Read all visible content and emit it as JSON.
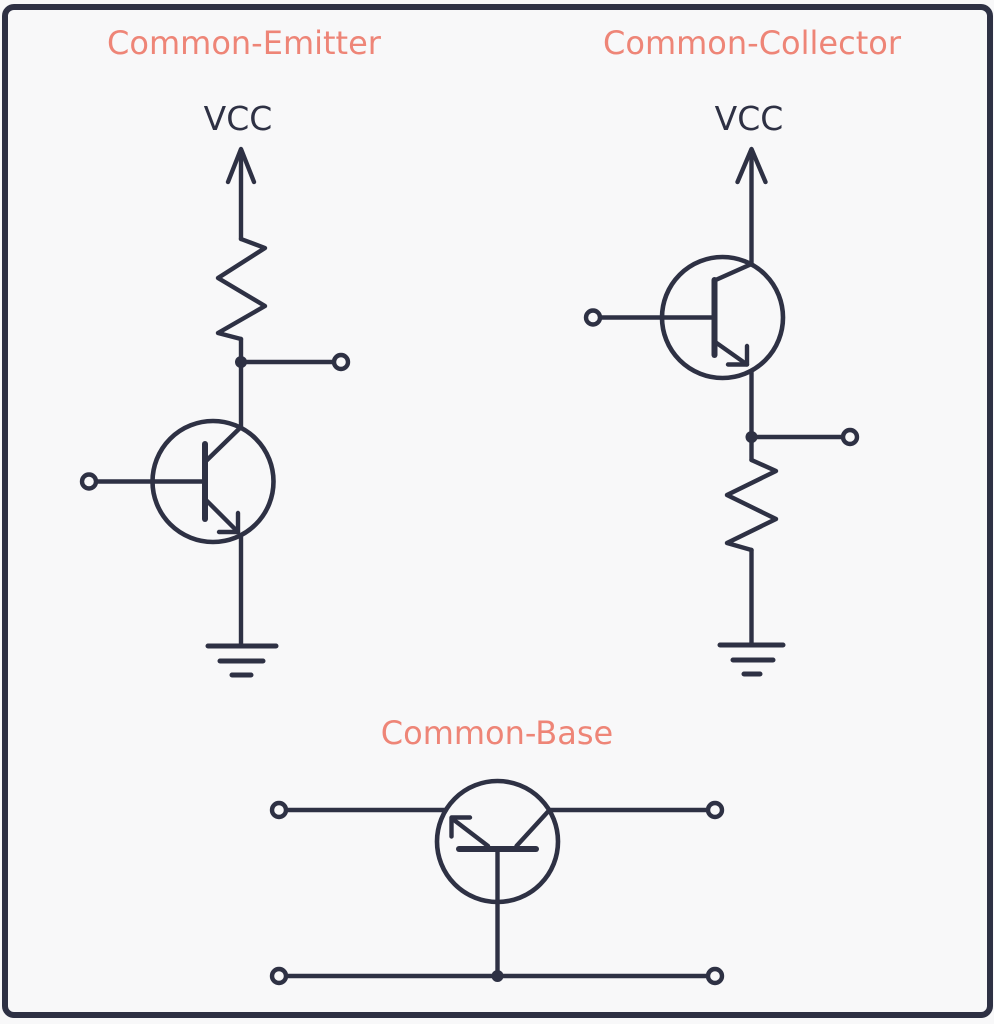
{
  "theme": {
    "background": "#F8F8F9",
    "frame_border": "#2E3144",
    "line_color": "#2E3144",
    "label_color": "#2E3144",
    "title_color": "#EE8577"
  },
  "diagram": {
    "description": "Three BJT amplifier configurations",
    "circuits": [
      {
        "id": "common-emitter",
        "title": "Common-Emitter",
        "power_label": "VCC",
        "components": [
          "vcc-arrow",
          "resistor",
          "output-terminal",
          "npn-transistor",
          "input-terminal",
          "ground"
        ]
      },
      {
        "id": "common-collector",
        "title": "Common-Collector",
        "power_label": "VCC",
        "components": [
          "vcc-arrow",
          "npn-transistor",
          "input-terminal",
          "output-terminal",
          "resistor",
          "ground"
        ]
      },
      {
        "id": "common-base",
        "title": "Common-Base",
        "components": [
          "npn-transistor",
          "left-terminal",
          "right-terminal",
          "bottom-left-terminal",
          "bottom-right-terminal"
        ]
      }
    ]
  }
}
